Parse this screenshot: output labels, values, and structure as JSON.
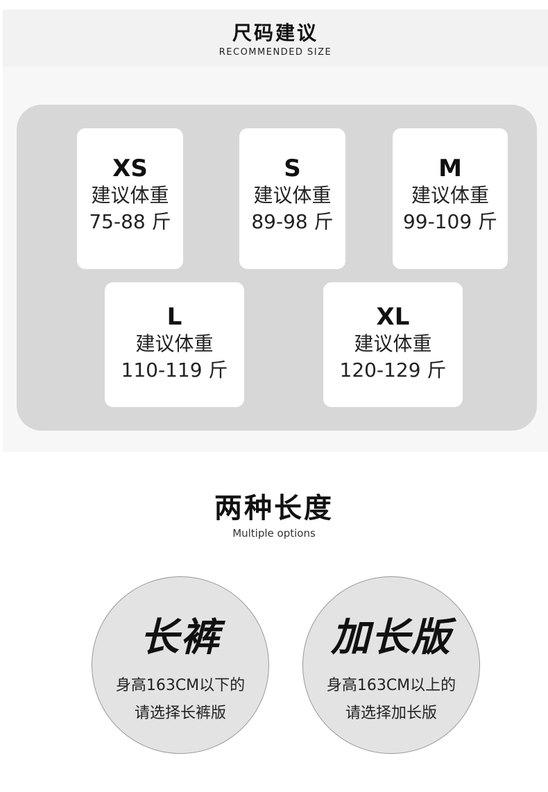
{
  "header": {
    "title": "尺码建议",
    "subtitle": "RECOMMENDED SIZE"
  },
  "sizes": [
    {
      "label": "XS",
      "note": "建议体重",
      "range": "75-88 斤"
    },
    {
      "label": "S",
      "note": "建议体重",
      "range": "89-98 斤"
    },
    {
      "label": "M",
      "note": "建议体重",
      "range": "99-109 斤"
    },
    {
      "label": "L",
      "note": "建议体重",
      "range": "110-119 斤"
    },
    {
      "label": "XL",
      "note": "建议体重",
      "range": "120-129 斤"
    }
  ],
  "options": {
    "title": "两种长度",
    "subtitle": "Multiple options",
    "items": [
      {
        "title": "长裤",
        "line1": "身高163CM以下的",
        "line2": "请选择长裤版"
      },
      {
        "title": "加长版",
        "line1": "身高163CM以上的",
        "line2": "请选择加长版"
      }
    ]
  }
}
